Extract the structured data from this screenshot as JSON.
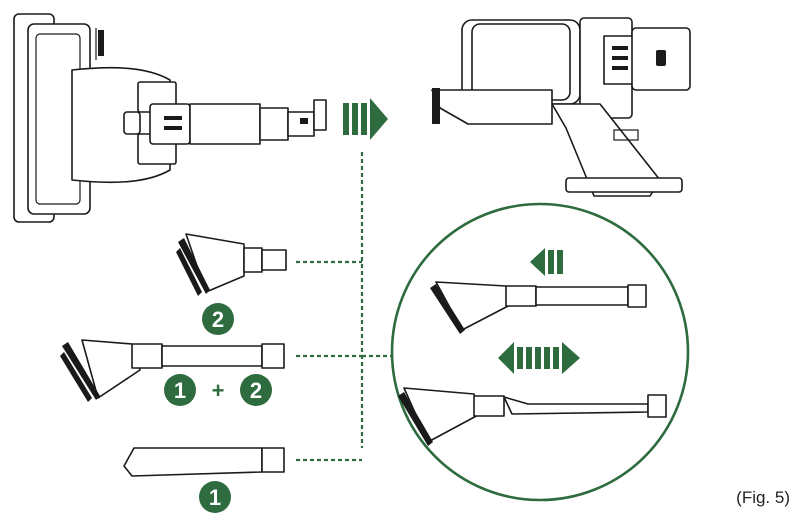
{
  "figure": {
    "caption": "(Fig. 5)",
    "accent_color": "#2e6b3f",
    "line_color": "#1a1a1a"
  },
  "badges": {
    "brush_tool": "2",
    "combo_first": "1",
    "combo_plus": "+",
    "combo_second": "2",
    "crevice_tool": "1"
  },
  "icons": {
    "attach": "right-arrow-icon",
    "detach": "left-arrow-icon",
    "adjust": "double-arrow-icon"
  }
}
